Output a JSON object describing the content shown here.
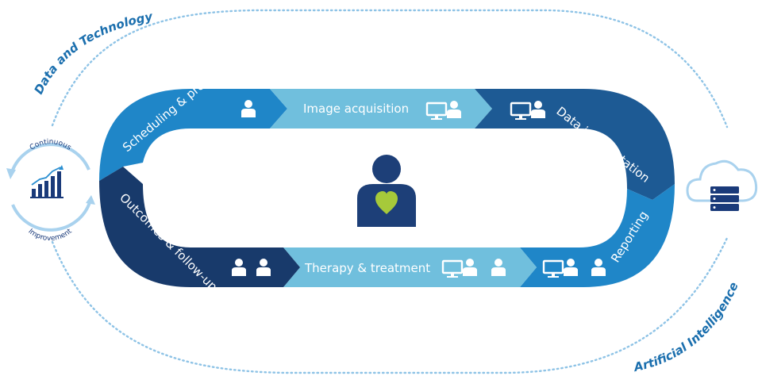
{
  "outer_labels": {
    "top_left": "Data and Technology",
    "bottom_right": "Artificial Intelligence"
  },
  "continuous_improvement": {
    "top": "Continuous",
    "bottom": "Improvement"
  },
  "steps": [
    {
      "id": "scheduling",
      "label": "Scheduling & prep"
    },
    {
      "id": "image-acquisition",
      "label": "Image acquisition"
    },
    {
      "id": "data-interpretation",
      "label": "Data interpretation"
    },
    {
      "id": "reporting",
      "label": "Reporting"
    },
    {
      "id": "therapy",
      "label": "Therapy & treatment"
    },
    {
      "id": "outcomes",
      "label": "Outcomes & follow-up"
    }
  ],
  "colors": {
    "dark_navy": "#183a6b",
    "dark_blue": "#1d5a94",
    "mid_blue": "#1f86c8",
    "light_blue": "#70bfdd",
    "patient_heart": "#a6c93a",
    "outline": "#8ec3e6"
  },
  "icons": {
    "center": "patient-heart-icon",
    "left": "continuous-improvement-chart-icon",
    "right": "cloud-server-icon"
  }
}
